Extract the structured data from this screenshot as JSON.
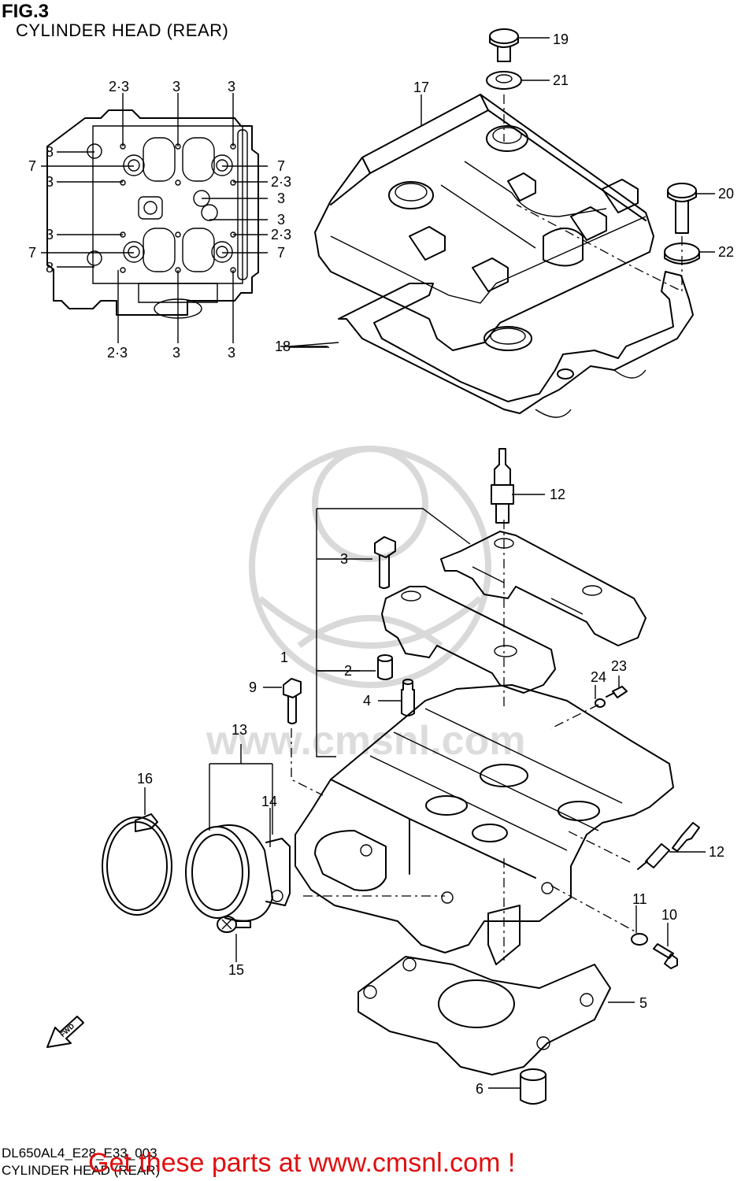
{
  "header": {
    "fig_label": "FIG.3",
    "subtitle": "CYLINDER HEAD (REAR)"
  },
  "watermark": {
    "text": "www.cmsnl.com"
  },
  "plan_view_labels": {
    "top": [
      "2·3",
      "3",
      "3"
    ],
    "left": [
      "8",
      "7",
      "3",
      "3",
      "7",
      "8"
    ],
    "right": [
      "7",
      "2·3",
      "3",
      "3",
      "2·3",
      "7"
    ],
    "bottom": [
      "2·3",
      "3",
      "3"
    ]
  },
  "callouts": {
    "c1": "1",
    "c2": "2",
    "c3": "3",
    "c4": "4",
    "c5": "5",
    "c6": "6",
    "c9": "9",
    "c10": "10",
    "c11": "11",
    "c12a": "12",
    "c12b": "12",
    "c13": "13",
    "c14": "14",
    "c15": "15",
    "c16": "16",
    "c17": "17",
    "c18": "18",
    "c19": "19",
    "c20": "20",
    "c21": "21",
    "c22": "22",
    "c23": "23",
    "c24": "24"
  },
  "fwd_label": "FWD",
  "footer": {
    "code": "DL650AL4_E28_E33_003",
    "caption": "CYLINDER HEAD (REAR)",
    "ad": "Get these parts at www.cmsnl.com !"
  }
}
